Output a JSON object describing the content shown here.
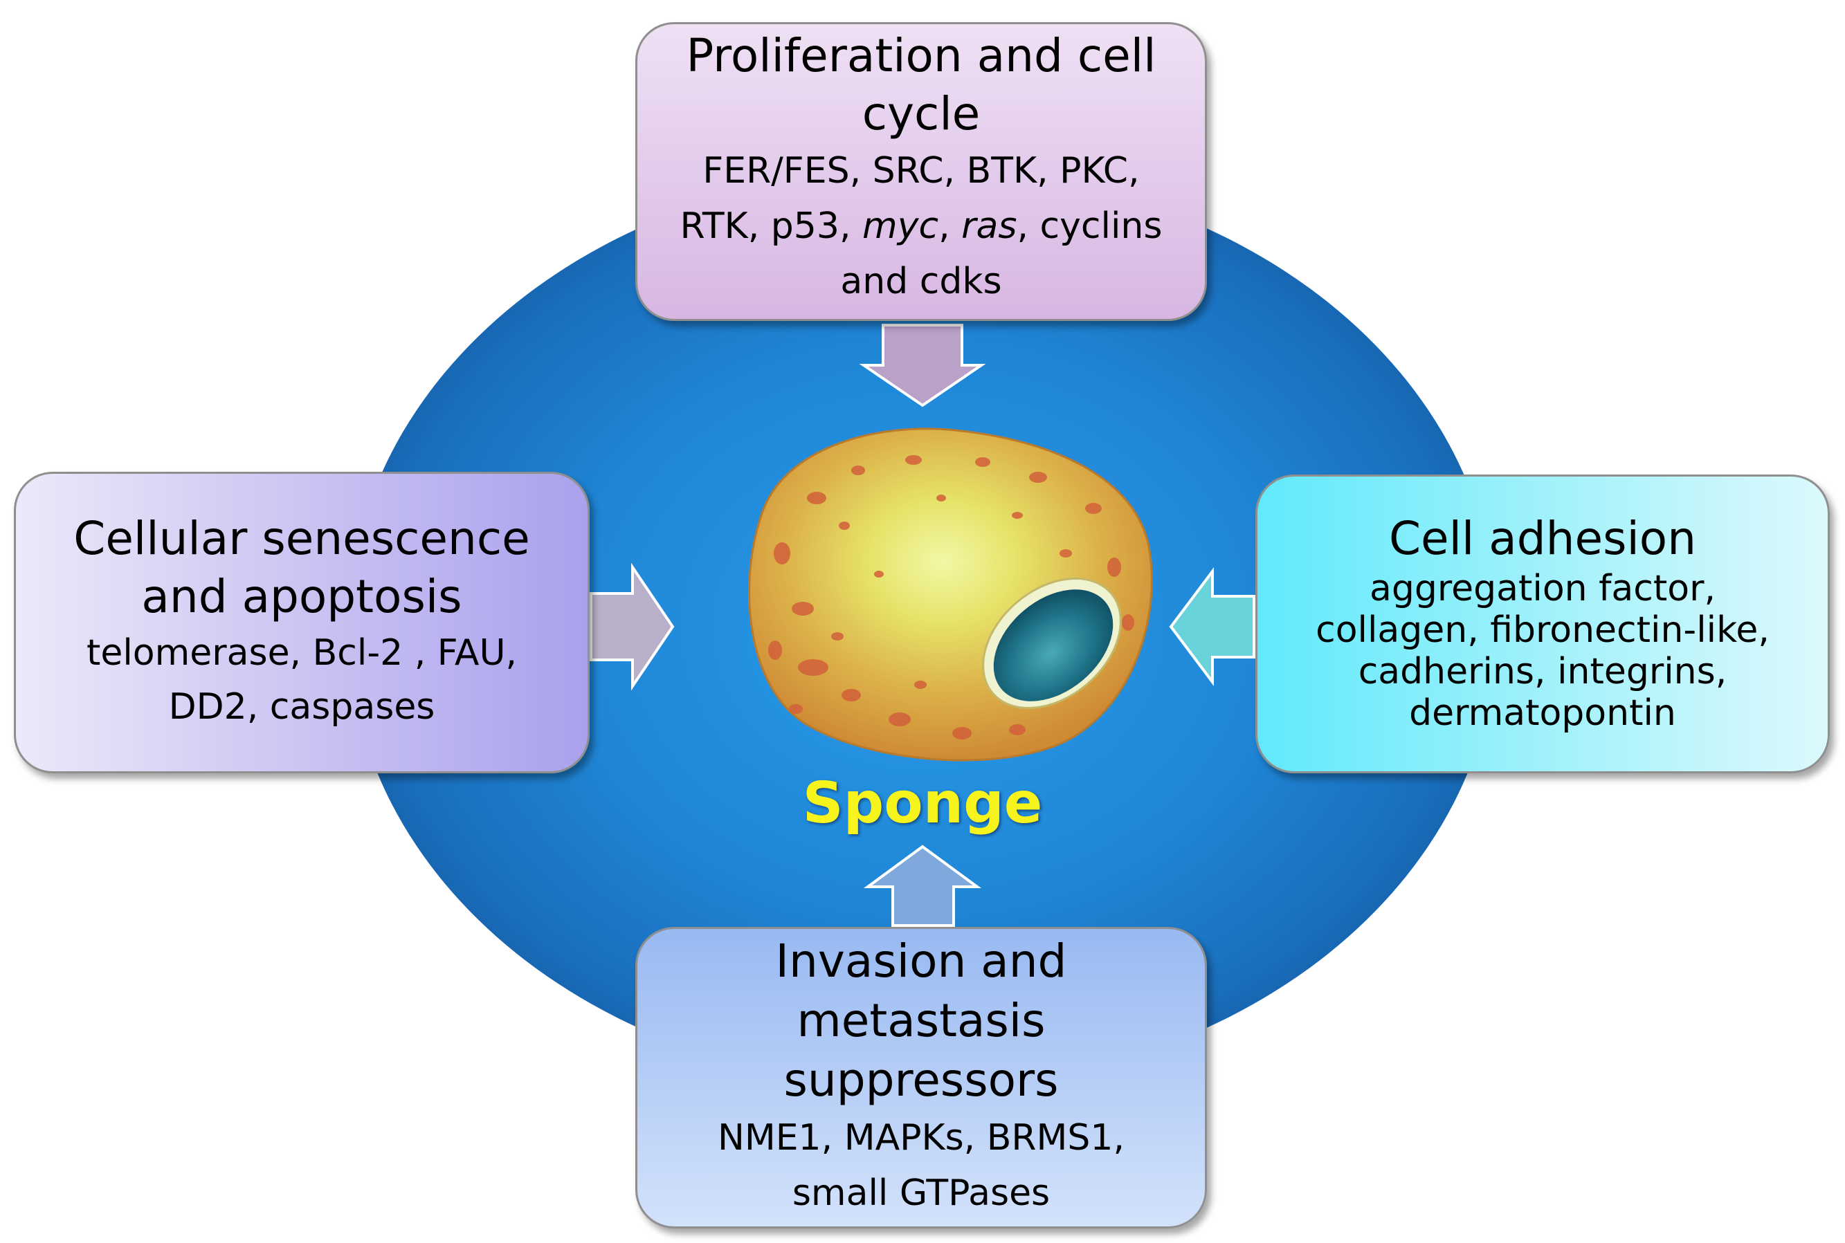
{
  "center": {
    "label": "Sponge"
  },
  "boxes": {
    "top": {
      "title_line1": "Proliferation and cell",
      "title_line2": "cycle",
      "line1": "FER/FES, SRC, BTK, PKC,",
      "line2_a": "RTK, p53, ",
      "line2_myc": "myc",
      "line2_sep": ", ",
      "line2_ras": "ras",
      "line2_b": ", cyclins",
      "line3": "and cdks"
    },
    "left": {
      "title_line1": "Cellular senescence",
      "title_line2": "and apoptosis",
      "line1": "telomerase,  Bcl-2 , FAU,",
      "line2": "DD2, caspases"
    },
    "right": {
      "title": "Cell adhesion",
      "line1": "aggregation factor,",
      "line2": "collagen, fibronectin-like,",
      "line3": "cadherins, integrins,",
      "line4": "dermatopontin"
    },
    "bottom": {
      "title_line1": "Invasion and",
      "title_line2": "metastasis",
      "title_line3": "suppressors",
      "line1": "NME1, MAPKs, BRMS1,",
      "line2": "small GTPases"
    }
  },
  "colors": {
    "disc": "#1e7fcf",
    "arrow_top": "#b9a1c8",
    "arrow_left": "#b8b0c8",
    "arrow_right": "#69d3dc",
    "arrow_bottom": "#7fa8dc",
    "label": "#f6f41c"
  }
}
